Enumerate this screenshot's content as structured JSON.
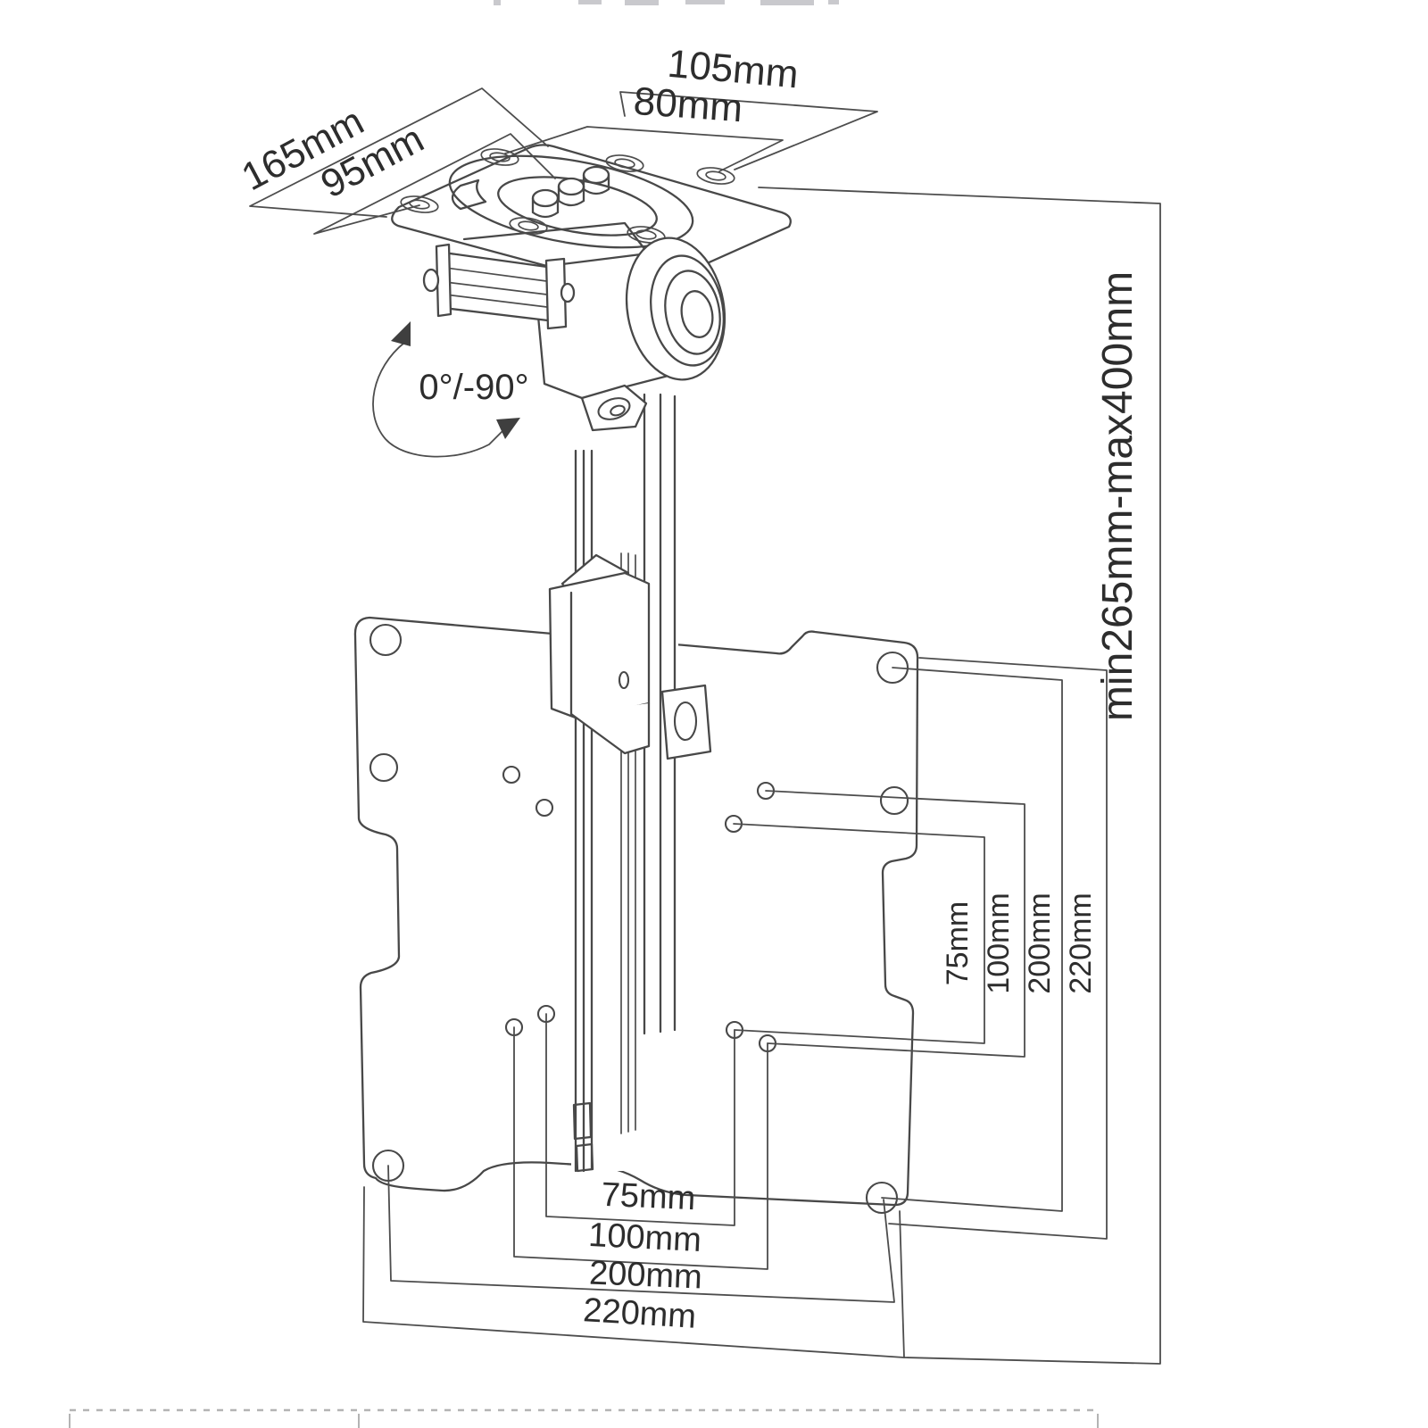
{
  "diagram": {
    "ceiling_plate": {
      "width_outer": "105mm",
      "width_inner": "80mm",
      "depth_outer": "165mm",
      "depth_inner": "95mm"
    },
    "tilt_range": "0°/-90°",
    "drop_height_range": "min265mm-max400mm",
    "vesa_vertical": [
      "75mm",
      "100mm",
      "200mm",
      "220mm"
    ],
    "vesa_horizontal": [
      "75mm",
      "100mm",
      "200mm",
      "220mm"
    ],
    "colors": {
      "line": "#484848",
      "label": "#2d2d2d",
      "divider": "#b4b4b4",
      "background": "#ffffff"
    }
  }
}
